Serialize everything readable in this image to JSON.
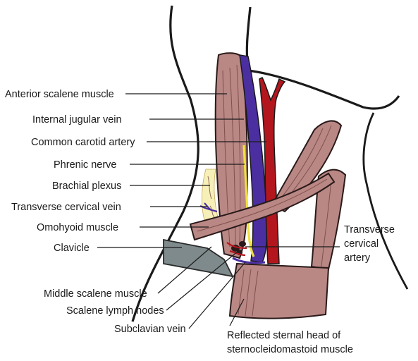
{
  "labels": {
    "anterior_scalene": "Anterior scalene muscle",
    "internal_jugular": "Internal jugular vein",
    "common_carotid": "Common carotid artery",
    "phrenic": "Phrenic nerve",
    "brachial_plexus": "Brachial plexus",
    "transverse_cervical_vein": "Transverse cervical vein",
    "omohyoid": "Omohyoid muscle",
    "clavicle": "Clavicle",
    "transverse_cervical_artery": [
      "Transverse",
      "cervical",
      "artery"
    ],
    "middle_scalene": "Middle scalene muscle",
    "scalene_nodes": "Scalene lymph nodes",
    "subclavian_vein": "Subclavian vein",
    "scm_head": [
      "Reflected sternal head of",
      "sternocleidomastoid muscle"
    ]
  },
  "colors": {
    "muscle": "#b98784",
    "vein": "#4b2fa0",
    "artery": "#b3161c",
    "nerve": "#f0e040",
    "bone": "#7f8a8c",
    "outline": "#1a1a1a"
  }
}
